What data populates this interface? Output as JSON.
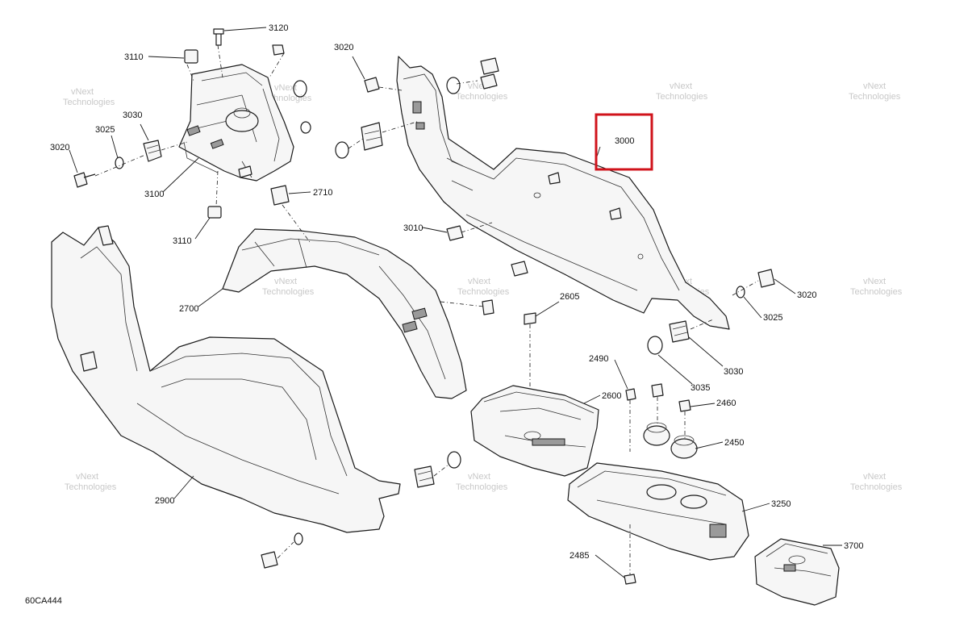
{
  "diagram_code": "60CA444",
  "watermark": {
    "line1": "vNext",
    "line2": "Technologies"
  },
  "callouts": {
    "c3120": "3120",
    "c3110a": "3110",
    "c3110b": "3110",
    "c3020a": "3020",
    "c3020b": "3020",
    "c3020c": "3020",
    "c3025a": "3025",
    "c3025b": "3025",
    "c3030a": "3030",
    "c3030b": "3030",
    "c3100": "3100",
    "c2710": "2710",
    "c3000": "3000",
    "c3010": "3010",
    "c2700": "2700",
    "c2605": "2605",
    "c3035": "3035",
    "c2490": "2490",
    "c2600": "2600",
    "c2460": "2460",
    "c2450": "2450",
    "c2900": "2900",
    "c3250": "3250",
    "c3700": "3700",
    "c2485": "2485"
  },
  "highlight": {
    "part": "3000",
    "color": "#d0131b"
  }
}
